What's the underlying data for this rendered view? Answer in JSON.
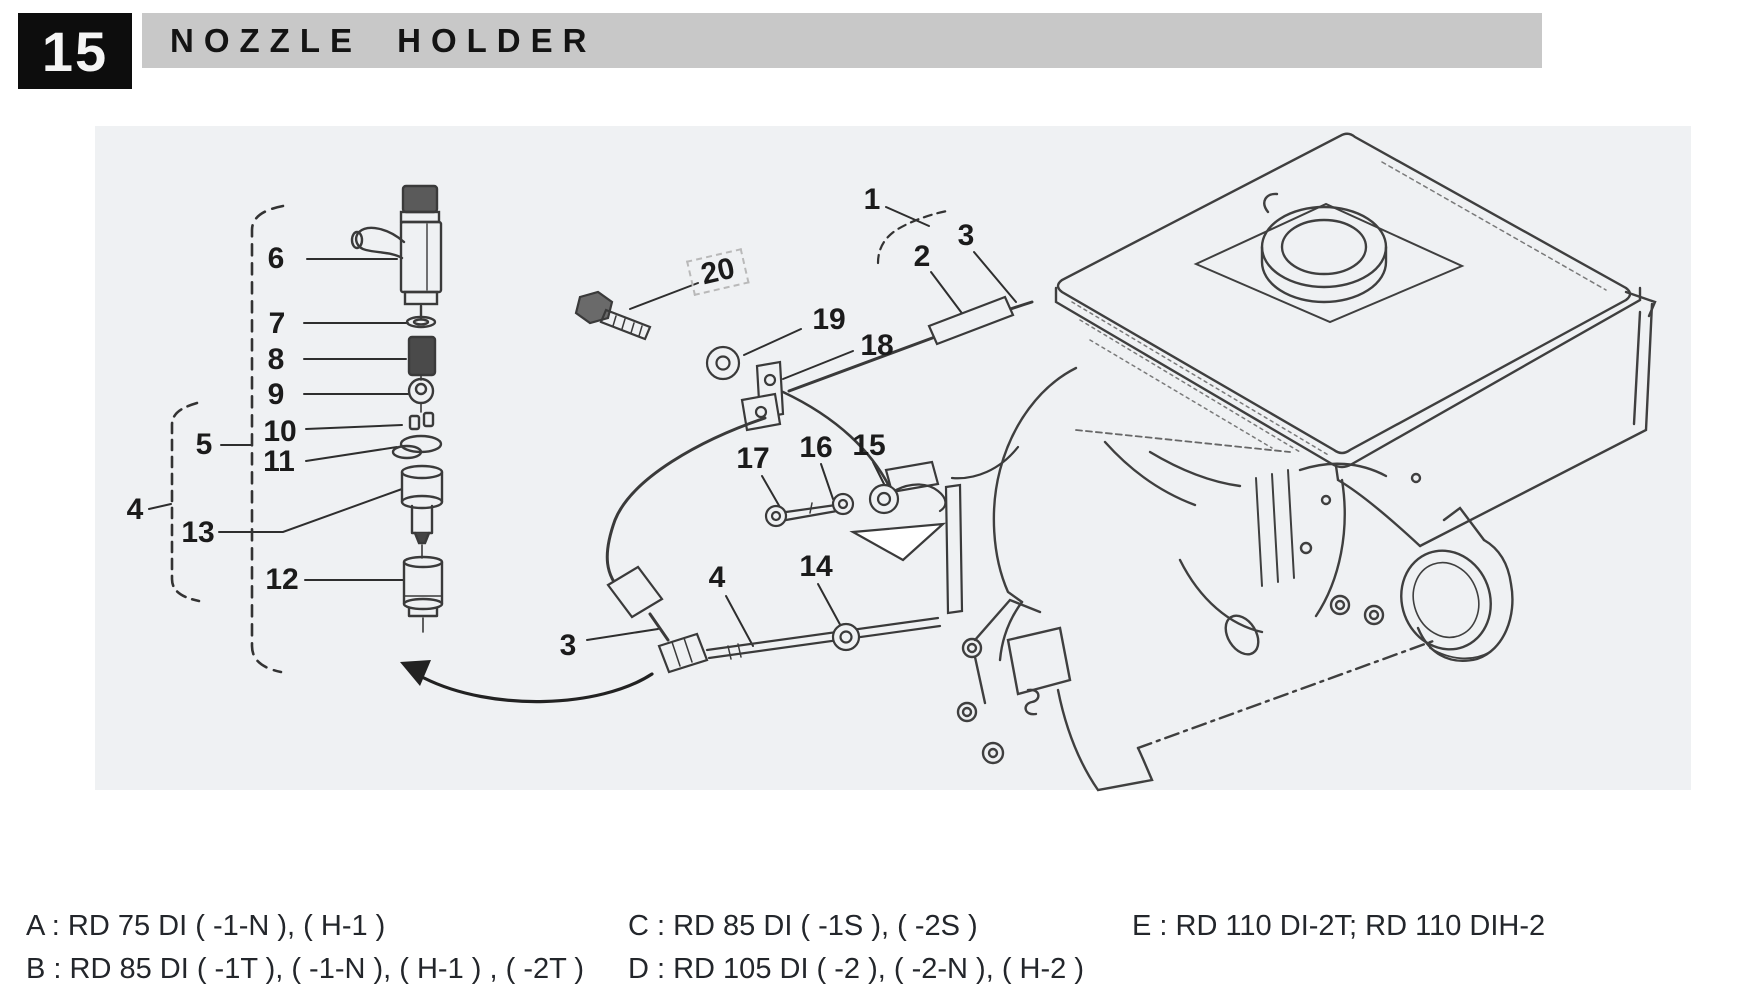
{
  "header": {
    "section_number": "15",
    "title": "NOZZLE HOLDER"
  },
  "callouts": {
    "n1": "1",
    "n2": "2",
    "n3a": "3",
    "n3b": "3",
    "n4a": "4",
    "n4b": "4",
    "n5": "5",
    "n6": "6",
    "n7": "7",
    "n8": "8",
    "n9": "9",
    "n10": "10",
    "n11": "11",
    "n12": "12",
    "n13": "13",
    "n14": "14",
    "n15": "15",
    "n16": "16",
    "n17": "17",
    "n18": "18",
    "n19": "19",
    "n20": "20"
  },
  "footer": {
    "line_a": "A : RD 75 DI ( -1-N ), ( H-1 )",
    "line_b": "B : RD 85 DI ( -1T ), ( -1-N ), ( H-1 ) , ( -2T )",
    "line_c": "C : RD 85 DI ( -1S ), ( -2S )",
    "line_d": "D : RD 105 DI ( -2 ), ( -2-N ), ( H-2 )",
    "line_e": "E : RD 110 DI-2T; RD 110 DIH-2"
  },
  "colors": {
    "header_box": "#0d0d0d",
    "header_bar": "#c8c8c8",
    "panel": "#eff1f3",
    "line": "#3f3f3f",
    "text": "#23262b"
  }
}
